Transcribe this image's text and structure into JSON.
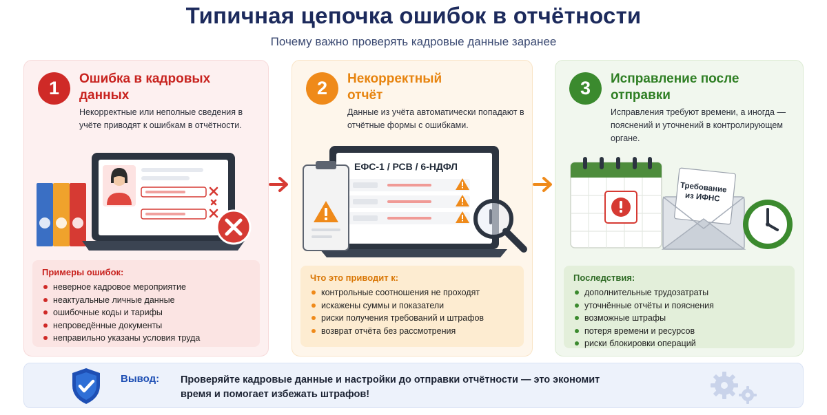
{
  "header": {
    "title": "Типичная цепочка ошибок в отчётности",
    "subtitle": "Почему важно проверять кадровые данные заранее"
  },
  "steps": [
    {
      "number": "1",
      "title": "Ошибка в кадровых данных",
      "description": "Некорректные или неполные сведения в учёте приводят к ошибкам в отчётности.",
      "list_title": "Примеры ошибок:",
      "items": [
        "неверное кадровое мероприятие",
        "неактуальные личные данные",
        "ошибочные коды и тарифы",
        "непроведённые документы",
        "неправильно указаны условия труда"
      ]
    },
    {
      "number": "2",
      "title": "Некорректный отчёт",
      "description": "Данные из учёта автоматически попадают в отчётные формы с ошибками.",
      "report_label": "ЕФС-1 / РСВ / 6-НДФЛ",
      "list_title": "Что это приводит к:",
      "items": [
        "контрольные соотношения не проходят",
        "искажены суммы и показатели",
        "риски получения требований и штрафов",
        "возврат отчёта без рассмотрения"
      ]
    },
    {
      "number": "3",
      "title": "Исправление после отправки",
      "description": "Исправления требуют времени, а иногда — пояснений и уточнений в контролирующем органе.",
      "letter_label_1": "Требование",
      "letter_label_2": "из ИФНС",
      "list_title": "Последствия:",
      "items": [
        "дополнительные трудозатраты",
        "уточнённые отчёты и пояснения",
        "возможные штрафы",
        "потеря времени и ресурсов",
        "риски блокировки операций"
      ]
    }
  ],
  "conclusion": {
    "label": "Вывод:",
    "text": "Проверяйте кадровые данные и настройки до отправки отчётности — это экономит время и помогает избежать штрафов!"
  },
  "colors": {
    "navy": "#1c2a5c",
    "red": "#cf2a27",
    "orange": "#ef8a1a",
    "green": "#3b8a2e",
    "blue": "#1e4fb4"
  }
}
